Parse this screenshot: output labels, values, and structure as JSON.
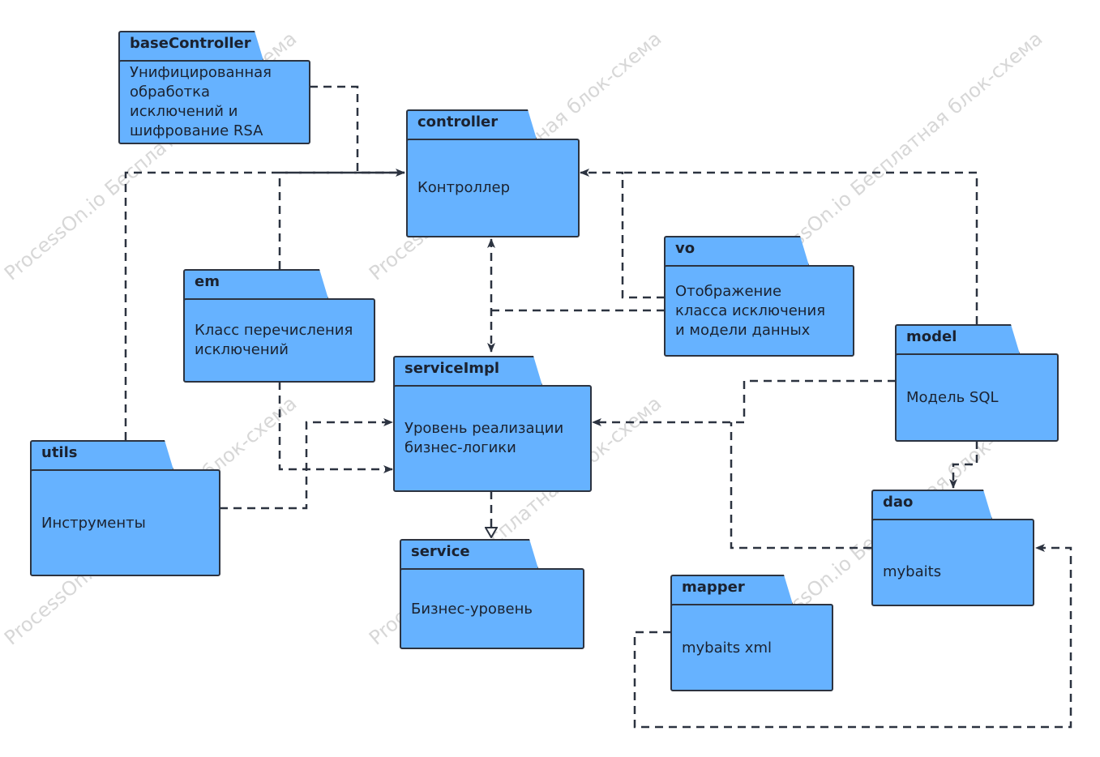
{
  "diagram": {
    "watermark": "ProcessOn.io Бесплатная блок-схема",
    "packages": [
      {
        "id": "baseController",
        "name": "baseController",
        "desc": "Унифицированная\nобработка\nисключений и\nшифрование RSA"
      },
      {
        "id": "controller",
        "name": "controller",
        "desc": "Контроллер"
      },
      {
        "id": "em",
        "name": "em",
        "desc": "Класс перечисления\nисключений"
      },
      {
        "id": "vo",
        "name": "vo",
        "desc": "Отображение\nкласса исключения\nи модели данных"
      },
      {
        "id": "serviceImpl",
        "name": "serviceImpl",
        "desc": "Уровень реализации\nбизнес-логики"
      },
      {
        "id": "model",
        "name": "model",
        "desc": "Модель SQL"
      },
      {
        "id": "utils",
        "name": "utils",
        "desc": "Инструменты"
      },
      {
        "id": "service",
        "name": "service",
        "desc": "Бизнес-уровень"
      },
      {
        "id": "dao",
        "name": "dao",
        "desc": "mybaits"
      },
      {
        "id": "mapper",
        "name": "mapper",
        "desc": "mybaits xml"
      }
    ],
    "links": [
      {
        "from": "baseController",
        "to": "controller",
        "style": "dashed",
        "arrow": "open"
      },
      {
        "from": "em",
        "to": "controller",
        "style": "dashed",
        "arrow": "open"
      },
      {
        "from": "utils",
        "to": "controller",
        "style": "dashed",
        "arrow": "open"
      },
      {
        "from": "vo",
        "to": "controller",
        "style": "dashed",
        "arrow": "open"
      },
      {
        "from": "model",
        "to": "controller",
        "style": "dashed",
        "arrow": "open"
      },
      {
        "from": "serviceImpl",
        "to": "controller",
        "style": "dashed",
        "arrow": "both"
      },
      {
        "from": "vo",
        "to": "serviceImpl",
        "style": "dashed",
        "arrow": "open"
      },
      {
        "from": "em",
        "to": "serviceImpl",
        "style": "dashed",
        "arrow": "open"
      },
      {
        "from": "utils",
        "to": "serviceImpl",
        "style": "dashed",
        "arrow": "open"
      },
      {
        "from": "model",
        "to": "serviceImpl",
        "style": "dashed",
        "arrow": "open"
      },
      {
        "from": "dao",
        "to": "serviceImpl",
        "style": "dashed",
        "arrow": "open"
      },
      {
        "from": "serviceImpl",
        "to": "service",
        "style": "dashed",
        "arrow": "hollow-triangle"
      },
      {
        "from": "model",
        "to": "dao",
        "style": "dashed",
        "arrow": "open"
      },
      {
        "from": "mapper",
        "to": "dao",
        "style": "dashed",
        "arrow": "open"
      }
    ]
  }
}
